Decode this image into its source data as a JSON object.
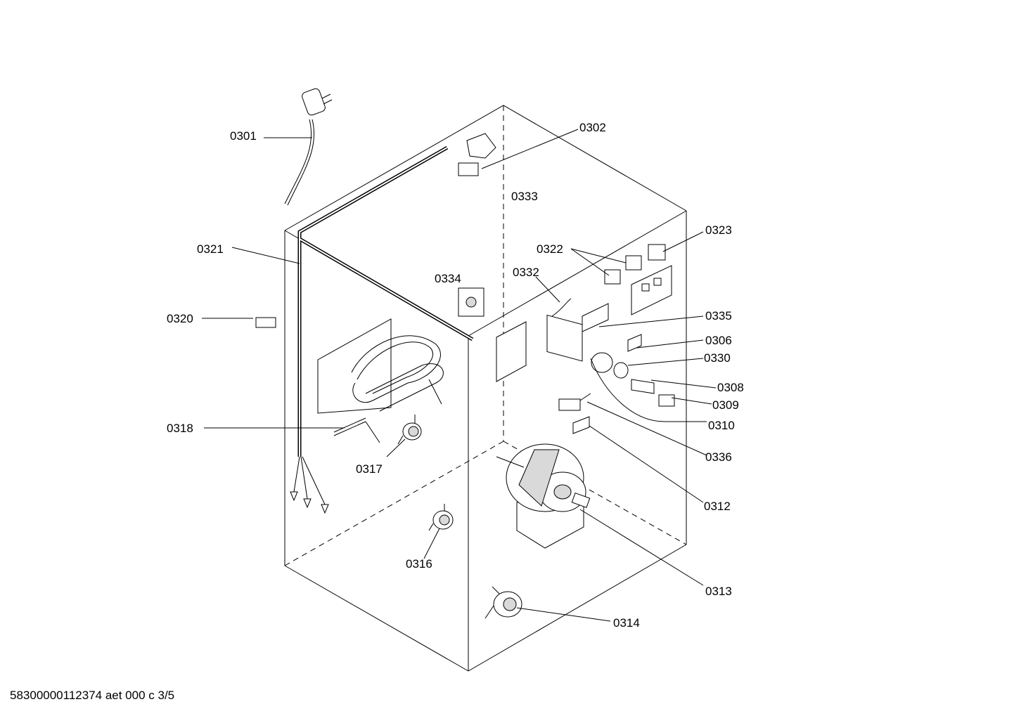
{
  "labels": {
    "p0301": "0301",
    "p0302": "0302",
    "p0333": "0333",
    "p0323": "0323",
    "p0321": "0321",
    "p0322": "0322",
    "p0332": "0332",
    "p0334": "0334",
    "p0320": "0320",
    "p0335": "0335",
    "p0306": "0306",
    "p0330": "0330",
    "p0308": "0308",
    "p0309": "0309",
    "p0310": "0310",
    "p0318": "0318",
    "p0336": "0336",
    "p0317": "0317",
    "p0312": "0312",
    "p0316": "0316",
    "p0313": "0313",
    "p0314": "0314"
  },
  "footer": "58300000112374 aet 000 c 3/5"
}
